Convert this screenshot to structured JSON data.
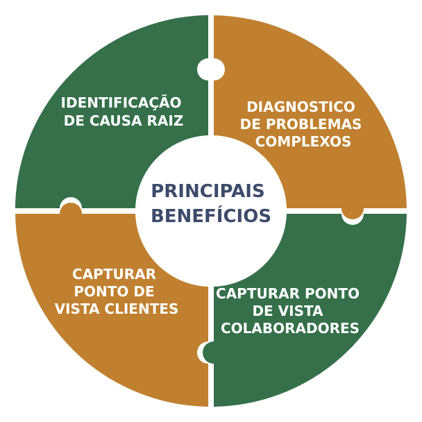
{
  "colors": {
    "green": "#35704a",
    "orange": "#c0802f",
    "center_text": "#3d4a6b",
    "background": "#ffffff"
  },
  "center": {
    "lines": [
      "PRINCIPAIS",
      "BENEFÍCIOS"
    ]
  },
  "segments": [
    {
      "position": "top-left",
      "color": "green",
      "lines": [
        "IDENTIFICAÇÃO",
        "DE CAUSA RAIZ"
      ]
    },
    {
      "position": "top-right",
      "color": "orange",
      "lines": [
        "DIAGNOSTICO",
        "DE PROBLEMAS",
        "COMPLEXOS"
      ]
    },
    {
      "position": "bottom-right",
      "color": "green",
      "lines": [
        "CAPTURAR PONTO",
        "DE VISTA",
        "COLABORADORES"
      ]
    },
    {
      "position": "bottom-left",
      "color": "orange",
      "lines": [
        "CAPTURAR",
        "PONTO DE",
        "VISTA CLIENTES"
      ]
    }
  ]
}
